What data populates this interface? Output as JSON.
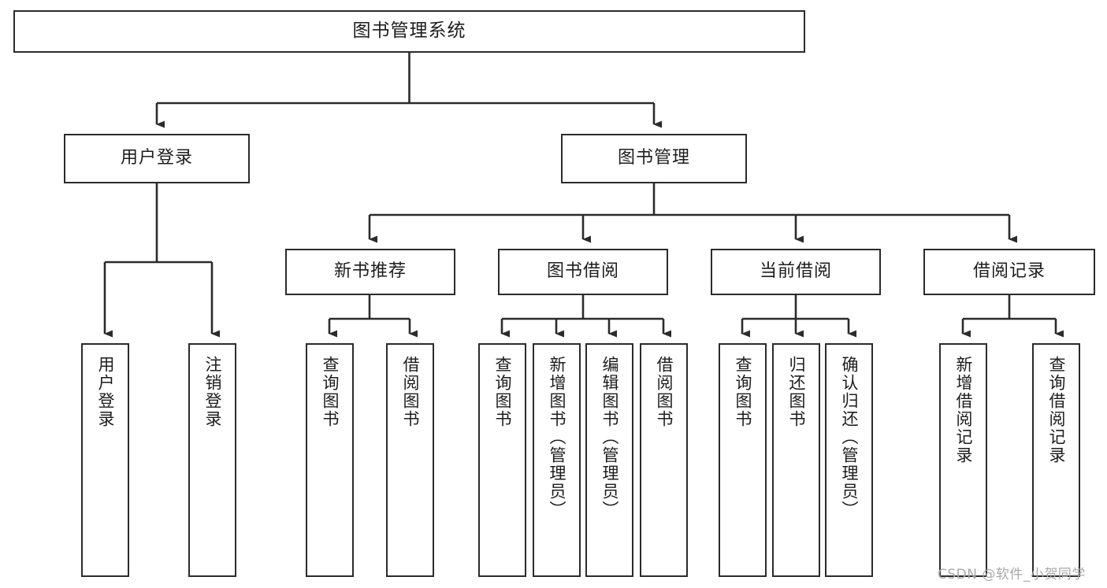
{
  "diagram": {
    "title": "图书管理系统",
    "type": "tree-hierarchy-chart",
    "orientation": "top-down",
    "box_fill": "#ffffff",
    "box_stroke": "#2b2b2b",
    "text_color": "#1d1d1d",
    "watermark": "CSDN @软件_小贺同学"
  },
  "nodes": {
    "root": {
      "label": "图书管理系统"
    },
    "level1": [
      {
        "id": "user-login",
        "label": "用户登录"
      },
      {
        "id": "book-management",
        "label": "图书管理"
      }
    ],
    "level2": [
      {
        "id": "new-book-recommend",
        "label": "新书推荐"
      },
      {
        "id": "book-borrow",
        "label": "图书借阅"
      },
      {
        "id": "current-borrow",
        "label": "当前借阅"
      },
      {
        "id": "borrow-record",
        "label": "借阅记录"
      }
    ],
    "leaves": {
      "user-login": [
        {
          "id": "leaf-user-login",
          "label": "用户登录"
        },
        {
          "id": "leaf-logout-login",
          "label": "注销登录"
        }
      ],
      "new-book-recommend": [
        {
          "id": "leaf-query-book-1",
          "label": "查询图书"
        },
        {
          "id": "leaf-borrow-book-1",
          "label": "借阅图书"
        }
      ],
      "book-borrow": [
        {
          "id": "leaf-query-book-2",
          "label": "查询图书"
        },
        {
          "id": "leaf-add-book",
          "label": "新增图书（管理员）"
        },
        {
          "id": "leaf-edit-book",
          "label": "编辑图书（管理员）"
        },
        {
          "id": "leaf-borrow-book-2",
          "label": "借阅图书"
        }
      ],
      "current-borrow": [
        {
          "id": "leaf-query-book-3",
          "label": "查询图书"
        },
        {
          "id": "leaf-return-book",
          "label": "归还图书"
        },
        {
          "id": "leaf-confirm-return",
          "label": "确认归还（管理员）"
        }
      ],
      "borrow-record": [
        {
          "id": "leaf-add-record",
          "label": "新增借阅记录"
        },
        {
          "id": "leaf-query-record",
          "label": "查询借阅记录"
        }
      ]
    }
  }
}
